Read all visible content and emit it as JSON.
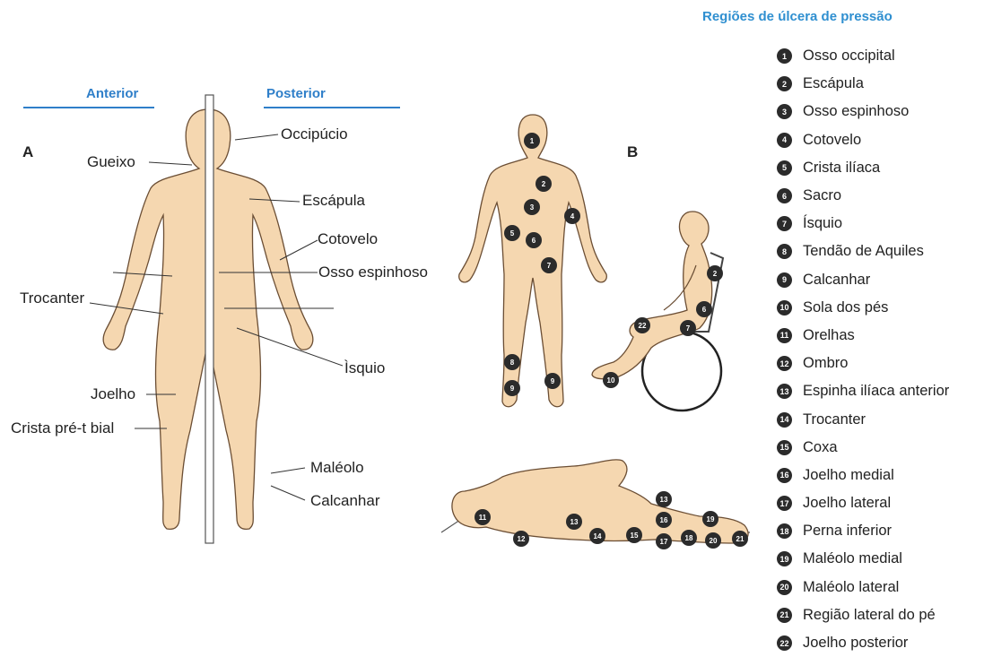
{
  "panel_a": {
    "letter": "A",
    "anterior": "Anterior",
    "posterior": "Posterior",
    "labels": {
      "gueixo": "Gueixo",
      "occipucio": "Occipúcio",
      "escapula": "Escápula",
      "cotovelo": "Cotovelo",
      "osso_espinhoso": "Osso espinhoso",
      "trocanter": "Trocanter",
      "isquio": "Ìsquio",
      "joelho": "Joelho",
      "crista": "Crista pré-t bial",
      "maleolo": "Maléolo",
      "calcanhar": "Calcanhar"
    }
  },
  "panel_b": {
    "letter": "B",
    "markers": [
      "1",
      "2",
      "3",
      "4",
      "5",
      "6",
      "7",
      "8",
      "9",
      "10",
      "11",
      "12",
      "13",
      "14",
      "15",
      "16",
      "17",
      "18",
      "19",
      "20",
      "21",
      "22"
    ]
  },
  "legend": {
    "title": "Regiões de úlcera de pressão",
    "items": [
      {
        "n": "1",
        "label": "Osso occipital"
      },
      {
        "n": "2",
        "label": "Escápula"
      },
      {
        "n": "3",
        "label": "Osso espinhoso"
      },
      {
        "n": "4",
        "label": "Cotovelo"
      },
      {
        "n": "5",
        "label": "Crista ilíaca"
      },
      {
        "n": "6",
        "label": "Sacro"
      },
      {
        "n": "7",
        "label": "Ísquio"
      },
      {
        "n": "8",
        "label": "Tendão de Aquiles"
      },
      {
        "n": "9",
        "label": "Calcanhar"
      },
      {
        "n": "10",
        "label": "Sola dos pés"
      },
      {
        "n": "11",
        "label": "Orelhas"
      },
      {
        "n": "12",
        "label": "Ombro"
      },
      {
        "n": "13",
        "label": "Espinha ilíaca anterior"
      },
      {
        "n": "14",
        "label": "Trocanter"
      },
      {
        "n": "15",
        "label": "Coxa"
      },
      {
        "n": "16",
        "label": "Joelho medial"
      },
      {
        "n": "17",
        "label": "Joelho lateral"
      },
      {
        "n": "18",
        "label": "Perna inferior"
      },
      {
        "n": "19",
        "label": "Maléolo medial"
      },
      {
        "n": "20",
        "label": "Maléolo lateral"
      },
      {
        "n": "21",
        "label": "Região lateral do pé"
      },
      {
        "n": "22",
        "label": "Joelho posterior"
      }
    ]
  },
  "colors": {
    "skin": "#f5d7b0",
    "outline": "#6b4e34",
    "accent": "#2f7fc9",
    "marker": "#2b2b2b"
  }
}
